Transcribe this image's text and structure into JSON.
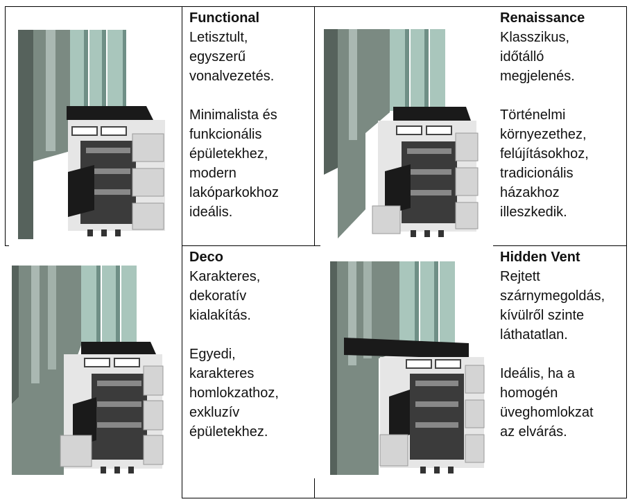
{
  "cells": [
    {
      "title": "Functional",
      "desc1": [
        "Letisztult,",
        "egyszerű",
        "vonalvezetés."
      ],
      "desc2": [
        "Minimalista és",
        "funkcionális",
        "épületekhez,",
        "modern",
        "lakóparkokhoz",
        "ideális."
      ]
    },
    {
      "title": "Renaissance",
      "desc1": [
        "Klasszikus,",
        "időtálló",
        "megjelenés."
      ],
      "desc2": [
        "Történelmi",
        "környezethez,",
        "felújításokhoz,",
        "tradicionális",
        "házakhoz",
        "illeszkedik."
      ]
    },
    {
      "title": "Deco",
      "desc1": [
        "Karakteres,",
        "dekoratív",
        "kialakítás."
      ],
      "desc2": [
        "Egyedi,",
        "karakteres",
        "homlokzathoz,",
        "exkluzív",
        "épületekhez."
      ]
    },
    {
      "title": "Hidden Vent",
      "desc1": [
        "Rejtett",
        "szárnymegoldás,",
        "kívülről szinte",
        "láthatatlan."
      ],
      "desc2": [
        "Ideális, ha a",
        "homogén",
        "üveghomlokzat",
        "az elvárás."
      ]
    }
  ],
  "colors": {
    "frame": "#7b8a82",
    "frame_dark": "#56625c",
    "glass": "#a9c6bc",
    "glass_edge": "#6f8f86",
    "aluminium": "#e6e6e6",
    "insulator": "#3b3b3b",
    "gasket": "#1a1a1a"
  }
}
